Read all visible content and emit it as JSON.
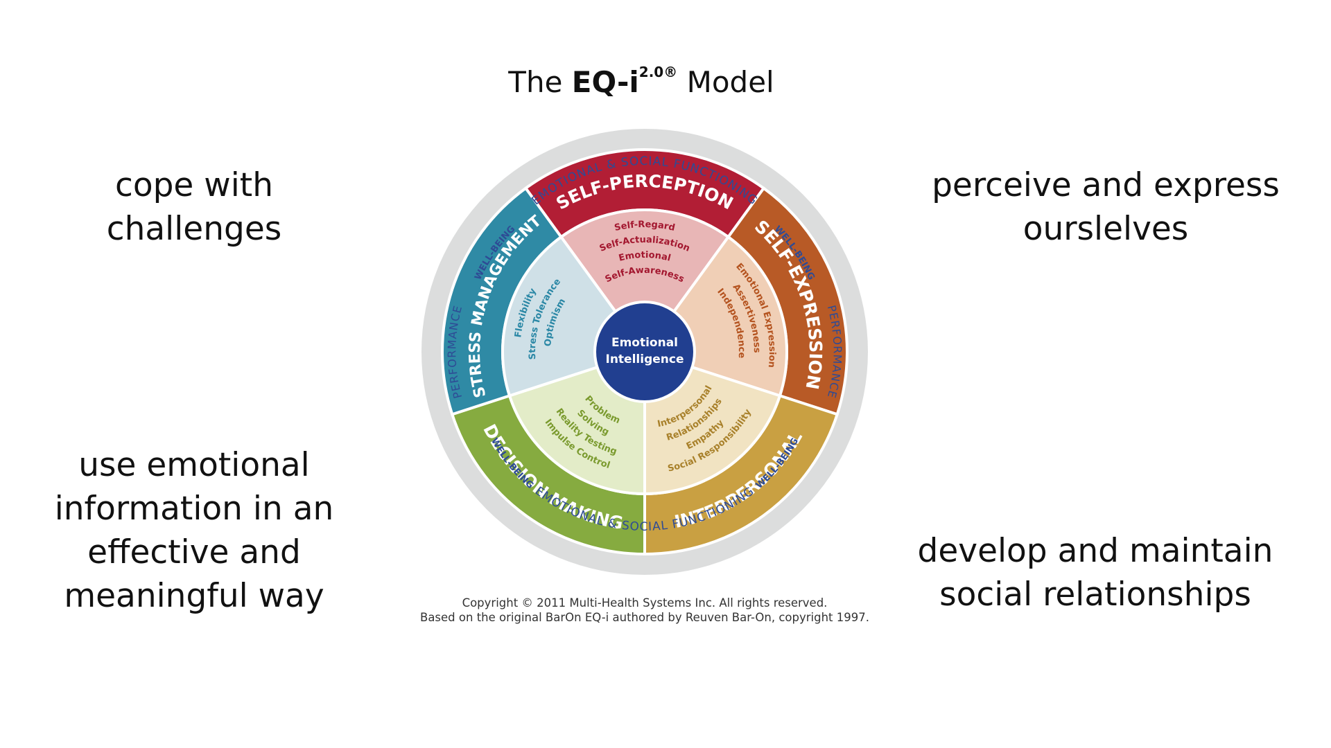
{
  "title": {
    "prefix": "The",
    "brand": "EQ-i",
    "superscript": "2.0®",
    "suffix": "Model"
  },
  "side_notes": {
    "top_left": [
      "cope with",
      "challenges"
    ],
    "top_right": [
      "perceive and express",
      "ourslelves"
    ],
    "bottom_left": [
      "use emotional",
      "information in an",
      "effective and",
      "meaningful way"
    ],
    "bottom_right": [
      "develop and maintain",
      "social relationships"
    ]
  },
  "wheel": {
    "center": [
      "Emotional",
      "Intelligence"
    ],
    "outer_ring": {
      "top": "EMOTIONAL & SOCIAL FUNCTIONING",
      "bottom": "EMOTIONAL & SOCIAL FUNCTIONING",
      "left": "PERFORMANCE",
      "right": "PERFORMANCE",
      "wellbeing": "WELL-BEING"
    },
    "composites": [
      {
        "name": "SELF-PERCEPTION",
        "color": "#b21e35",
        "light": "#e8b6b6",
        "text": "#a3172f",
        "subscales": [
          "Self-Regard",
          "Self-Actualization",
          "Emotional",
          "Self-Awareness"
        ]
      },
      {
        "name": "SELF-EXPRESSION",
        "color": "#b85a26",
        "light": "#f0cfb6",
        "text": "#b4531f",
        "subscales": [
          "Emotional Expression",
          "Assertiveness",
          "Independence"
        ]
      },
      {
        "name": "INTERPERSONAL",
        "color": "#c9a042",
        "light": "#f1e3c2",
        "text": "#a8802a",
        "subscales": [
          "Interpersonal",
          "Relationships",
          "Empathy",
          "Social Responsibility"
        ]
      },
      {
        "name": "DECISION MAKING",
        "color": "#86ab40",
        "light": "#e3ecc8",
        "text": "#7a9a2e",
        "subscales": [
          "Problem",
          "Solving",
          "Reality Testing",
          "Impulse Control"
        ]
      },
      {
        "name": "STRESS MANAGEMENT",
        "color": "#2f8aa5",
        "light": "#cfe0e7",
        "text": "#2a87a5",
        "subscales": [
          "Flexibility",
          "Stress Tolerance",
          "Optimism"
        ]
      }
    ],
    "colors": {
      "ring": "#dcdddd",
      "ring_text": "#2e4b95",
      "center": "#213f90"
    }
  },
  "copyright": [
    "Copyright © 2011 Multi-Health Systems Inc. All rights reserved.",
    "Based on the original BarOn EQ-i authored by Reuven Bar-On, copyright 1997."
  ]
}
